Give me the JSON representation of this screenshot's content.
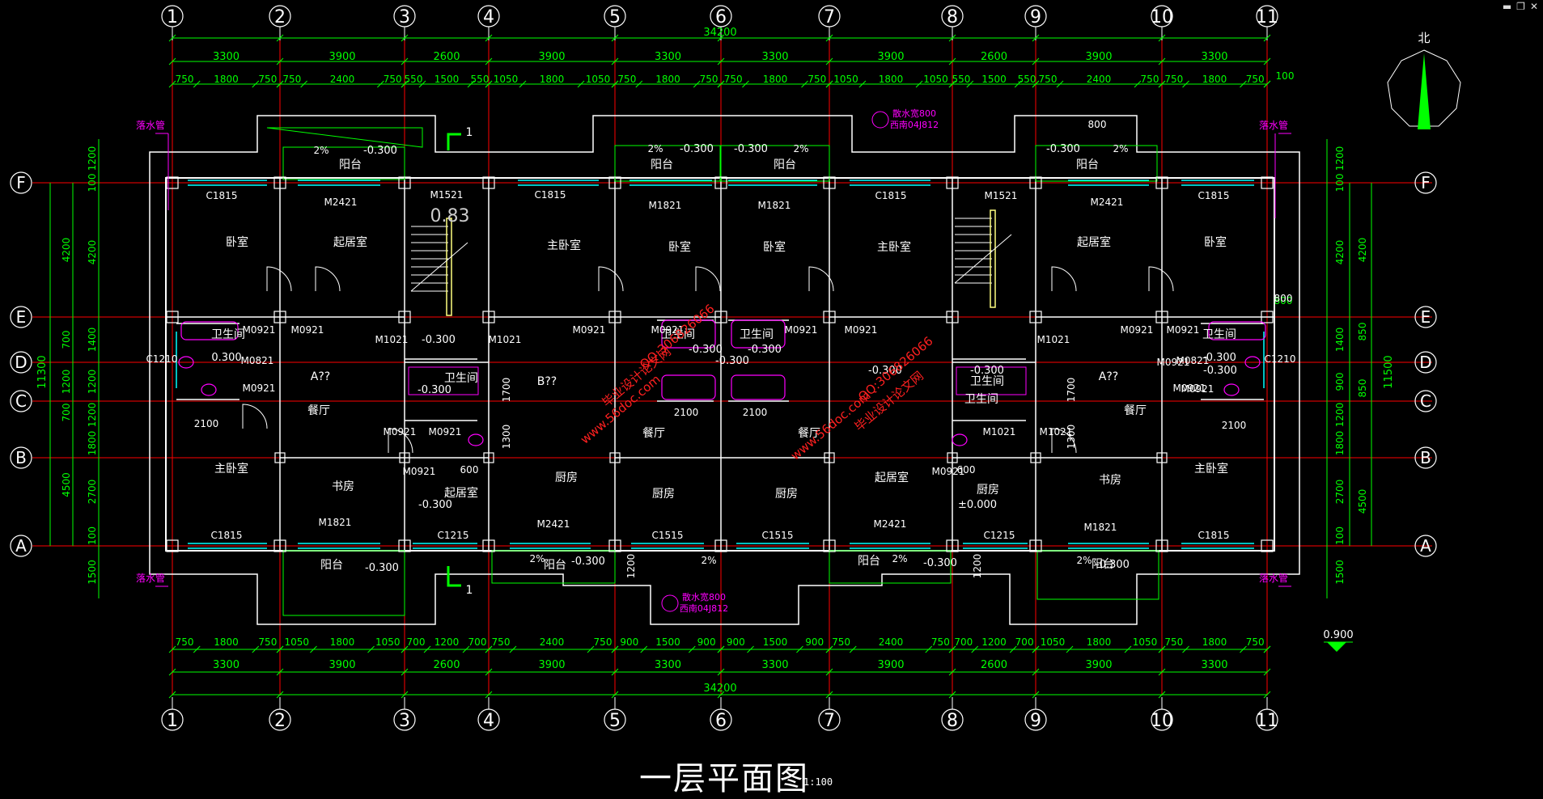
{
  "window": {
    "minimize": "▬",
    "restore": "❐",
    "close": "✕"
  },
  "drawing": {
    "title": "一层平面图",
    "scale": "1:100",
    "north_label": "北",
    "elevation_label": "0.900",
    "total_dim": "34200",
    "grid_cols": [
      "1",
      "2",
      "3",
      "4",
      "5",
      "6",
      "7",
      "8",
      "9",
      "10",
      "11"
    ],
    "grid_rows": [
      "F",
      "E",
      "D",
      "C",
      "B",
      "A"
    ],
    "top_spans": [
      "3300",
      "3900",
      "2600",
      "3900",
      "3300",
      "3300",
      "3900",
      "2600",
      "3900",
      "3300"
    ],
    "top_sub": [
      "750",
      "1800",
      "750",
      "750",
      "2400",
      "750",
      "550",
      "1500",
      "550",
      "1050",
      "1800",
      "1050",
      "750",
      "1800",
      "750",
      "750",
      "1800",
      "750",
      "1050",
      "1800",
      "1050",
      "550",
      "1500",
      "550",
      "750",
      "2400",
      "750",
      "750",
      "1800",
      "750"
    ],
    "top_extra": "100",
    "bottom_sub": [
      "750",
      "1800",
      "750",
      "1050",
      "1800",
      "1050",
      "700",
      "1200",
      "700",
      "750",
      "2400",
      "750",
      "900",
      "1500",
      "900",
      "900",
      "1500",
      "900",
      "750",
      "2400",
      "750",
      "700",
      "1200",
      "700",
      "1050",
      "1800",
      "1050",
      "750",
      "1800",
      "750"
    ],
    "left_outer": [
      "11300"
    ],
    "left_mid": [
      "4200",
      "700",
      "1200",
      "700",
      "4500"
    ],
    "left_inner": [
      "1200",
      "100",
      "4200",
      "1400",
      "1200",
      "1200",
      "1800",
      "2700",
      "100",
      "1500"
    ],
    "right_outer": [
      "11500"
    ],
    "right_mid": [
      "4200",
      "4500"
    ],
    "right_inner": [
      "1200",
      "100",
      "4200",
      "1400",
      "900",
      "1200",
      "1800",
      "2700",
      "100",
      "1500"
    ],
    "right_extra": [
      "850",
      "850",
      "800"
    ],
    "rooms": [
      "卧室",
      "起居室",
      "主卧室",
      "卧室",
      "卧室",
      "主卧室",
      "起居室",
      "卧室",
      "卫生间",
      "A??",
      "卫生间",
      "B??",
      "卫生间",
      "卫生间",
      "A??",
      "卫生间",
      "卫生间",
      "卫生间",
      "餐厅",
      "餐厅",
      "餐厅",
      "餐厅",
      "主卧室",
      "书房",
      "厨房",
      "起居室",
      "厨房",
      "厨房",
      "起居室",
      "厨房",
      "书房",
      "主卧室",
      "阳台",
      "阳台",
      "阳台",
      "阳台",
      "阳台",
      "阳台",
      "阳台",
      "阳台"
    ],
    "openings": [
      "C1815",
      "M2421",
      "M1521",
      "C1815",
      "M1821",
      "M1821",
      "C1815",
      "M1521",
      "M2421",
      "C1815",
      "M0921",
      "M0921",
      "M1021",
      "M1021",
      "M0921",
      "M0921",
      "M0921",
      "M0921",
      "M1021",
      "M0921",
      "M0921",
      "M0821",
      "M0921",
      "M0921",
      "M0921",
      "M0821",
      "M0921",
      "C1210",
      "C1210",
      "M0921",
      "M0921",
      "M1021",
      "M1021",
      "M0921",
      "M0921",
      "M1821",
      "C1215",
      "M2421",
      "C1515",
      "C1515",
      "M2421",
      "C1215",
      "M1821",
      "C1815",
      "C1815"
    ],
    "levels": [
      "-0.300",
      "-0.300",
      "-0.300",
      "-0.300",
      "-0.300",
      "-0.300",
      "0.300",
      "-0.300",
      "-0.300",
      "-0.300",
      "-0.300",
      "-0.300",
      "±0.000",
      "-0.300",
      "-0.300",
      "-0.300",
      "-0.300",
      "-0.300",
      "-0.300",
      "-0.300"
    ],
    "slope": "2%",
    "misc_dims": [
      "2100",
      "2100",
      "2100",
      "2100",
      "1700",
      "1300",
      "1700",
      "1300",
      "600",
      "600",
      "1200",
      "1200",
      "800",
      "800"
    ],
    "stair_mark": "0.83",
    "section_mark": "1",
    "downpipe": "落水管",
    "drain_note1": "散水宽800",
    "drain_note2": "西南04J812",
    "watermark1": "毕业设计论文网",
    "watermark2": "www.56doc.com",
    "watermark3": "QQ:306826066"
  },
  "colors": {
    "bg": "#000000",
    "grid": "#ff0000",
    "dim": "#00ff00",
    "wall": "#ffffff",
    "window": "#00ffff",
    "magenta": "#ff00ff",
    "bubble": "#ffffff",
    "watermark": "#ff2020",
    "stair": "#ffff80"
  }
}
